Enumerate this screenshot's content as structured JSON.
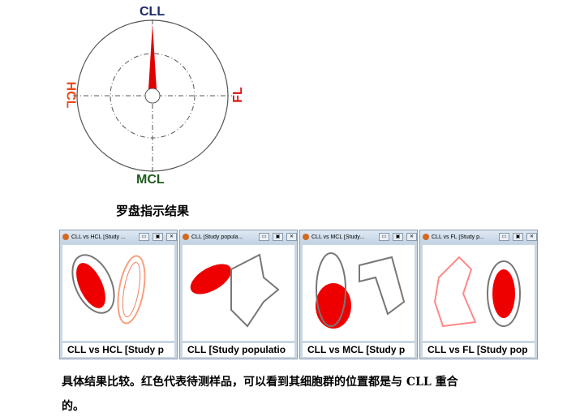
{
  "compass": {
    "north": "CLL",
    "south": "MCL",
    "west": "HCL",
    "east": "FL",
    "colors": {
      "north": "#1a2a6c",
      "south": "#1f5c1f",
      "west": "#e84a1a",
      "east": "#e01010",
      "needle": "#e00000"
    }
  },
  "caption": "罗盘指示结果",
  "panels": [
    {
      "title": "CLL vs HCL [Study ...",
      "footer": "CLL vs HCL [Study p"
    },
    {
      "title": "CLL [Study popula...",
      "footer": "CLL [Study populatio"
    },
    {
      "title": "CLL vs MCL [Study...",
      "footer": "CLL vs MCL [Study p"
    },
    {
      "title": "CLL vs FL [Study p...",
      "footer": "CLL vs FL [Study pop"
    }
  ],
  "window_buttons": {
    "minimize": "▭",
    "maximize": "▣",
    "close": "✕"
  },
  "body_text": {
    "line1": "具体结果比较。红色代表待测样品，可以看到其细胞群的位置都是与 CLL 重合",
    "line2": "的。"
  }
}
